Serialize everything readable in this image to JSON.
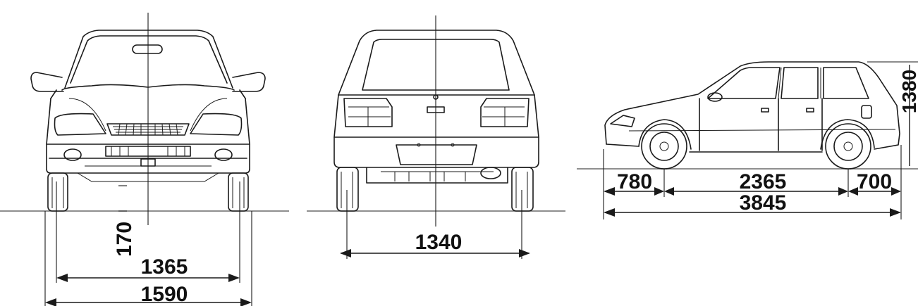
{
  "views": {
    "front": {
      "ground_clearance": "170",
      "track_width": "1365",
      "overall_width": "1590"
    },
    "rear": {
      "rear_track": "1340"
    },
    "side": {
      "overall_height": "1380",
      "front_overhang": "780",
      "wheelbase": "2365",
      "rear_overhang": "700",
      "overall_length": "3845"
    }
  }
}
